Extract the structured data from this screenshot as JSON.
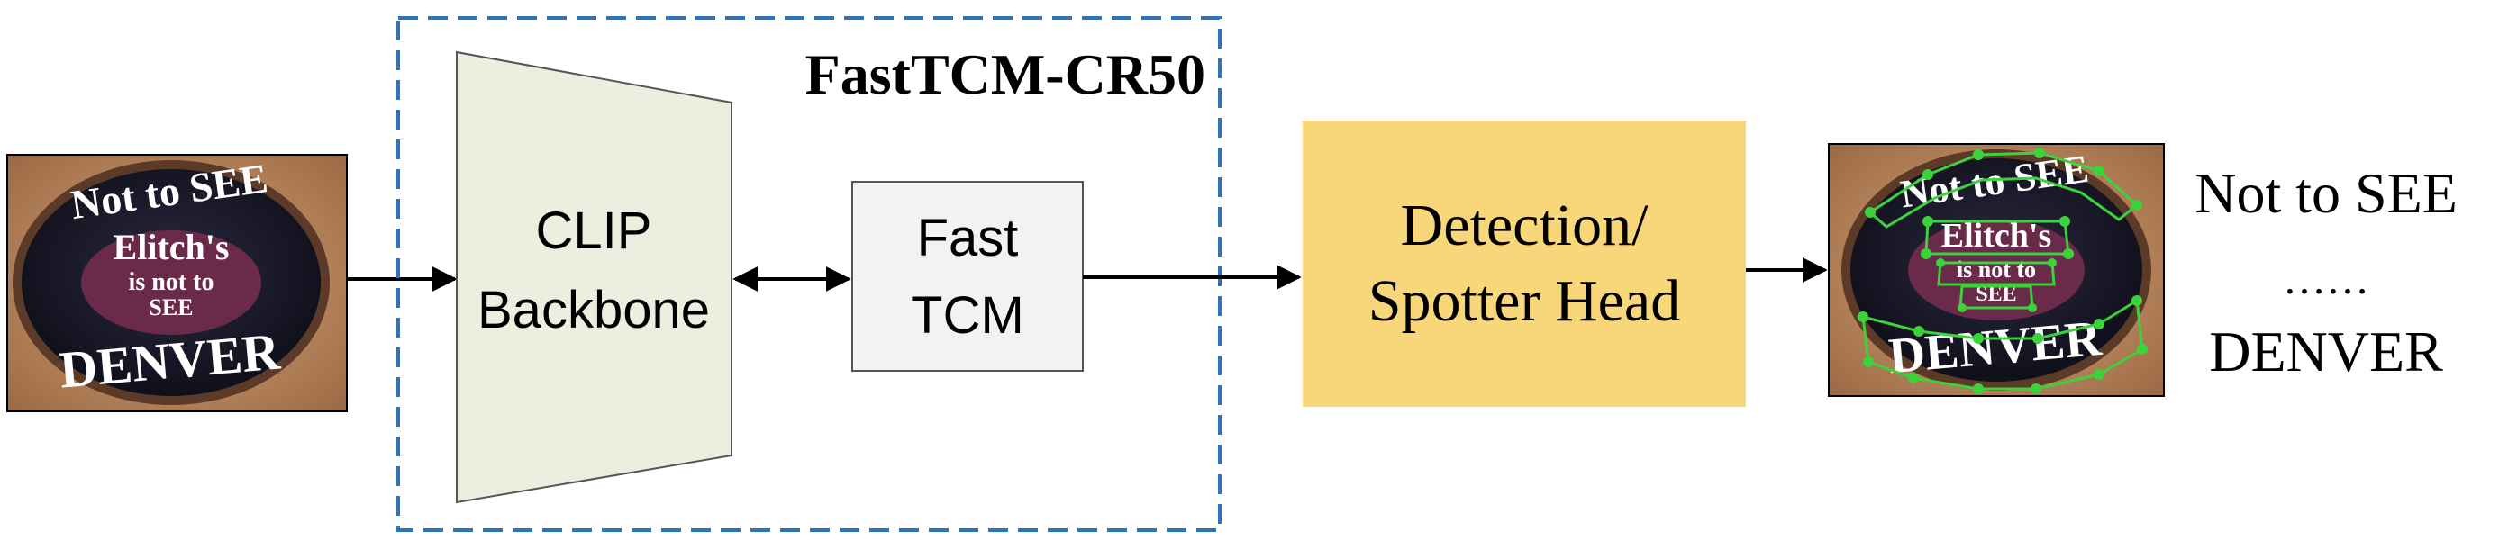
{
  "group": {
    "title": "FastTCM-CR50",
    "border_color": "#2e75b6"
  },
  "blocks": {
    "backbone": {
      "line1": "CLIP",
      "line2": "Backbone",
      "fill": "#ebefe0"
    },
    "fast_tcm": {
      "line1": "Fast",
      "line2": "TCM",
      "fill": "#f2f2f2"
    },
    "head": {
      "line1": "Detection/",
      "line2": "Spotter Head",
      "fill": "#f8d77b"
    }
  },
  "input_image": {
    "sign_top": "Not to SEE",
    "sign_mid1": "Elitch's",
    "sign_mid2": "is not to",
    "sign_mid3": "SEE",
    "sign_bottom": "DENVER"
  },
  "output_image": {
    "sign_top": "Not to SEE",
    "sign_mid1": "Elitch's",
    "sign_mid2": "is not to",
    "sign_mid3": "SEE",
    "sign_bottom": "DENVER",
    "poly_color": "#3cd23c"
  },
  "results": {
    "line1": "Not to SEE",
    "line2": "……",
    "line3": "DENVER"
  }
}
